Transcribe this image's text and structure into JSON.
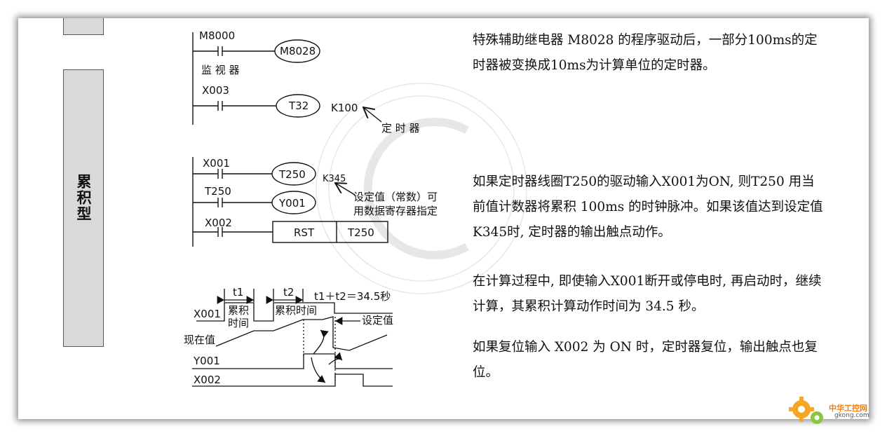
{
  "side_tab": {
    "label": "累积型"
  },
  "diagram1": {
    "contact1_label": "M8000",
    "coil1_label": "M8028",
    "note1": "监 视 器",
    "contact2_label": "X003",
    "coil2_label": "T32",
    "setting": "K100",
    "note2": "定 时 器"
  },
  "diagram2": {
    "contact1_label": "X001",
    "coil1_label": "T250",
    "setting": "K345",
    "contact2_label": "T250",
    "coil2_label": "Y001",
    "contact3_label": "X002",
    "rst_label": "RST",
    "rst_target": "T250",
    "note_line1": "设定值（常数）可",
    "note_line2": "用数据寄存器指定"
  },
  "timing": {
    "t1": "t1",
    "t2": "t2",
    "total": "t1＋t2＝34.5秒",
    "x001": "X001",
    "acc1_line1": "累积",
    "acc1_line2": "时间",
    "acc2": "累积时间",
    "setpoint": "设定值",
    "current": "现在值",
    "y001": "Y001",
    "x002": "X002"
  },
  "paragraphs": {
    "p1": "特殊辅助继电器 M8028 的程序驱动后，一部分100ms的定时器被变换成10ms为计算单位的定时器。",
    "p2": "如果定时器线圈T250的驱动输入X001为ON, 则T250 用当前值计数器将累积 100ms 的时钟脉冲。如果该值达到设定值K345时, 定时器的输出触点动作。",
    "p3": "在计算过程中, 即使输入X001断开或停电时, 再启动时，继续计算，其累积计算动作时间为 34.5 秒。",
    "p4": "如果复位输入 X002 为 ON 时，定时器复位，输出触点也复位。"
  },
  "brand": {
    "name": "中华工控网",
    "url": "gkong.com"
  }
}
